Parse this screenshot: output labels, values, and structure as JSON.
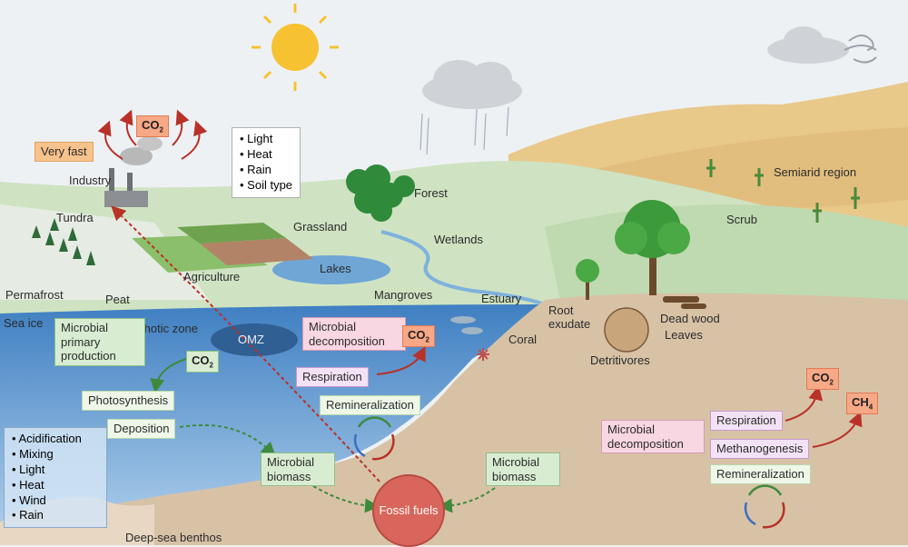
{
  "labels": {
    "very_fast": "Very fast",
    "co2": "CO",
    "co2_sub": "2",
    "ch4": "CH",
    "ch4_sub": "4",
    "industry": "Industry",
    "tundra": "Tundra",
    "agriculture": "Agriculture",
    "grassland": "Grassland",
    "forest": "Forest",
    "wetlands": "Wetlands",
    "lakes": "Lakes",
    "mangroves": "Mangroves",
    "estuary": "Estuary",
    "permafrost": "Permafrost",
    "peat": "Peat",
    "sea_ice": "Sea ice",
    "photic_zone": "Photic zone",
    "omz": "OMZ",
    "semiarid": "Semiarid region",
    "scrub": "Scrub",
    "root_exudate": "Root exudate",
    "dead_wood": "Dead wood",
    "leaves": "Leaves",
    "detritivores": "Detritivores",
    "coral": "Coral",
    "deep_sea": "Deep-sea benthos"
  },
  "boxes": {
    "microbial_primary": "Microbial primary production",
    "photosynthesis": "Photosynthesis",
    "deposition": "Deposition",
    "microbial_biomass": "Microbial biomass",
    "microbial_decomp_sea": "Microbial decomposition",
    "respiration_sea": "Respiration",
    "remineralization_sea": "Remineralization",
    "fossil_fuels": "Fossil fuels",
    "microbial_biomass_right": "Microbial biomass",
    "microbial_decomp_land": "Microbial decomposition",
    "respiration_land": "Respiration",
    "methanogenesis": "Methanogenesis",
    "remineralization_land": "Remineralization"
  },
  "land_factors": [
    "Light",
    "Heat",
    "Rain",
    "Soil type"
  ],
  "ocean_factors": [
    "Acidification",
    "Mixing",
    "Light",
    "Heat",
    "Wind",
    "Rain"
  ],
  "colors": {
    "sky": "#eef1f4",
    "land": "#cfe3c2",
    "desert": "#e8c98a",
    "ocean": "#6fa6d6",
    "sediment": "#d8c2a6",
    "co2_box": "#f7a886",
    "fossil": "#d9665c",
    "arrow_red": "#b83228",
    "arrow_green": "#3d8a3d"
  }
}
